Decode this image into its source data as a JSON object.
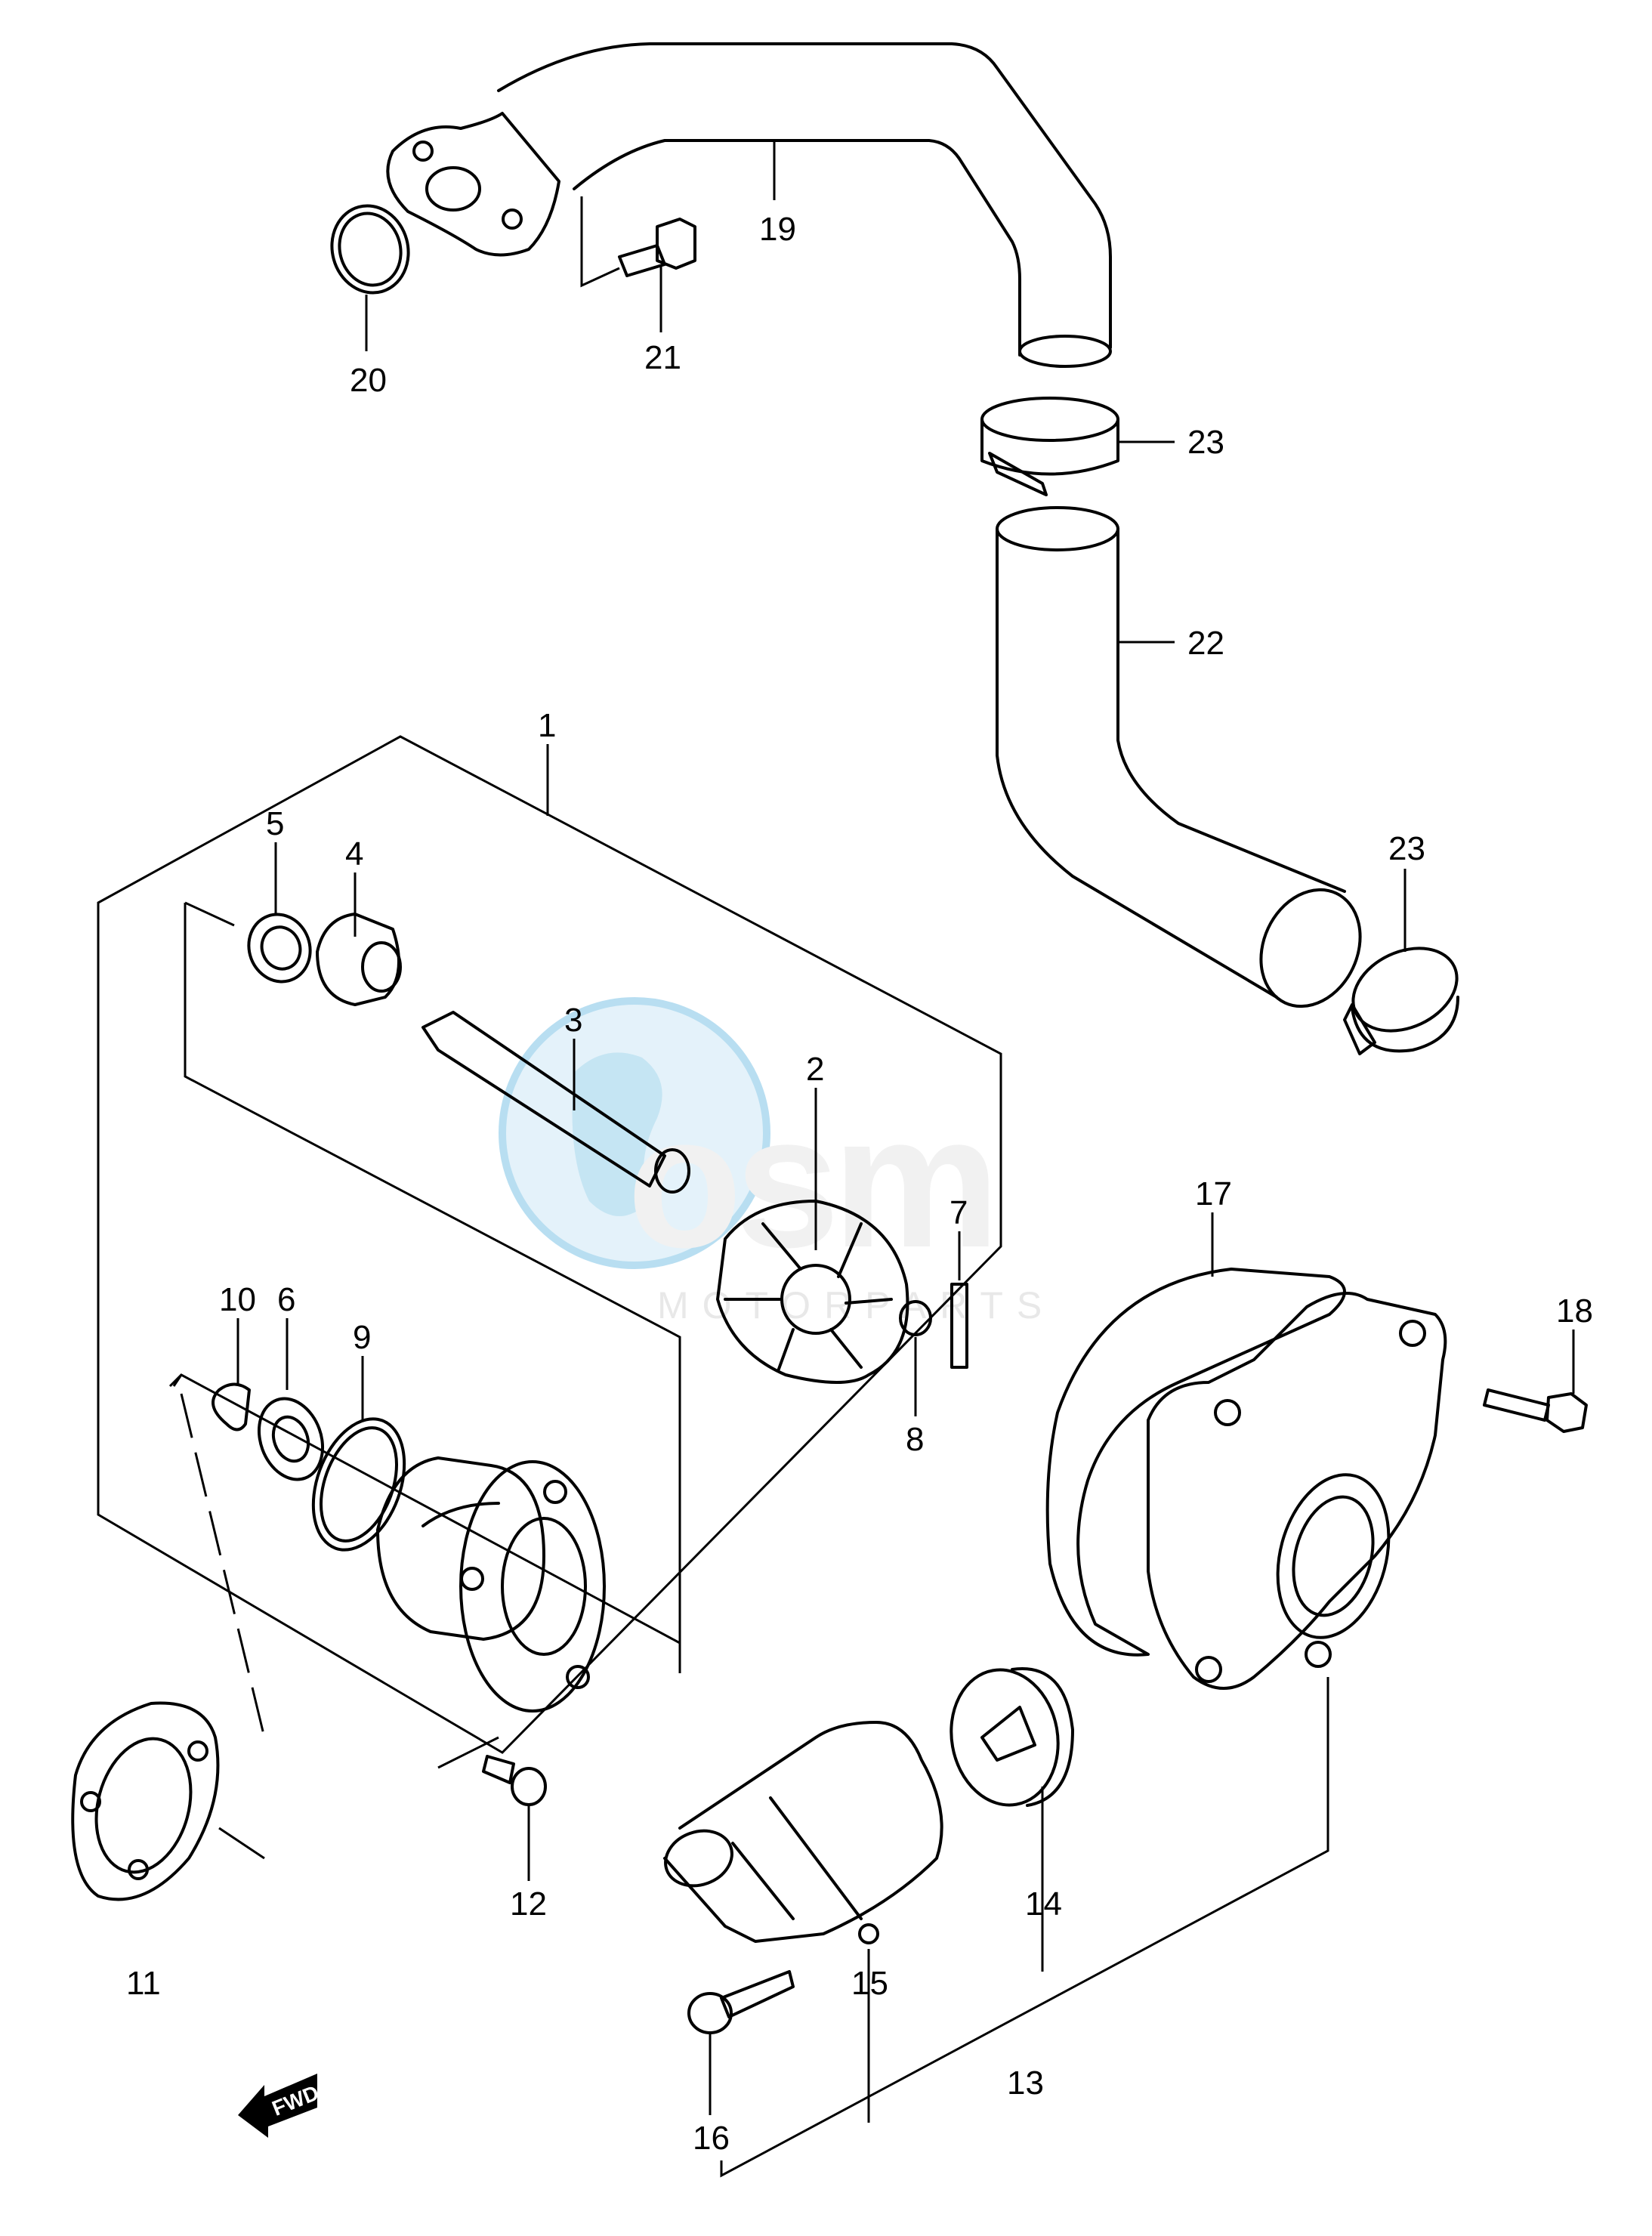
{
  "diagram": {
    "parts": [
      {
        "id": "1",
        "label": "1"
      },
      {
        "id": "2",
        "label": "2"
      },
      {
        "id": "3",
        "label": "3"
      },
      {
        "id": "4",
        "label": "4"
      },
      {
        "id": "5",
        "label": "5"
      },
      {
        "id": "6",
        "label": "6"
      },
      {
        "id": "7",
        "label": "7"
      },
      {
        "id": "8",
        "label": "8"
      },
      {
        "id": "9",
        "label": "9"
      },
      {
        "id": "10",
        "label": "10"
      },
      {
        "id": "11",
        "label": "11"
      },
      {
        "id": "12",
        "label": "12"
      },
      {
        "id": "13",
        "label": "13"
      },
      {
        "id": "14",
        "label": "14"
      },
      {
        "id": "15",
        "label": "15"
      },
      {
        "id": "16",
        "label": "16"
      },
      {
        "id": "17",
        "label": "17"
      },
      {
        "id": "18",
        "label": "18"
      },
      {
        "id": "19",
        "label": "19"
      },
      {
        "id": "20",
        "label": "20"
      },
      {
        "id": "21",
        "label": "21"
      },
      {
        "id": "22",
        "label": "22"
      },
      {
        "id": "23a",
        "label": "23"
      },
      {
        "id": "23b",
        "label": "23"
      }
    ],
    "fwd_label": "FWD",
    "watermark": {
      "logo_text": "osm",
      "sub_text": "MOTORPARTS",
      "color": "#7fc4e6"
    }
  }
}
